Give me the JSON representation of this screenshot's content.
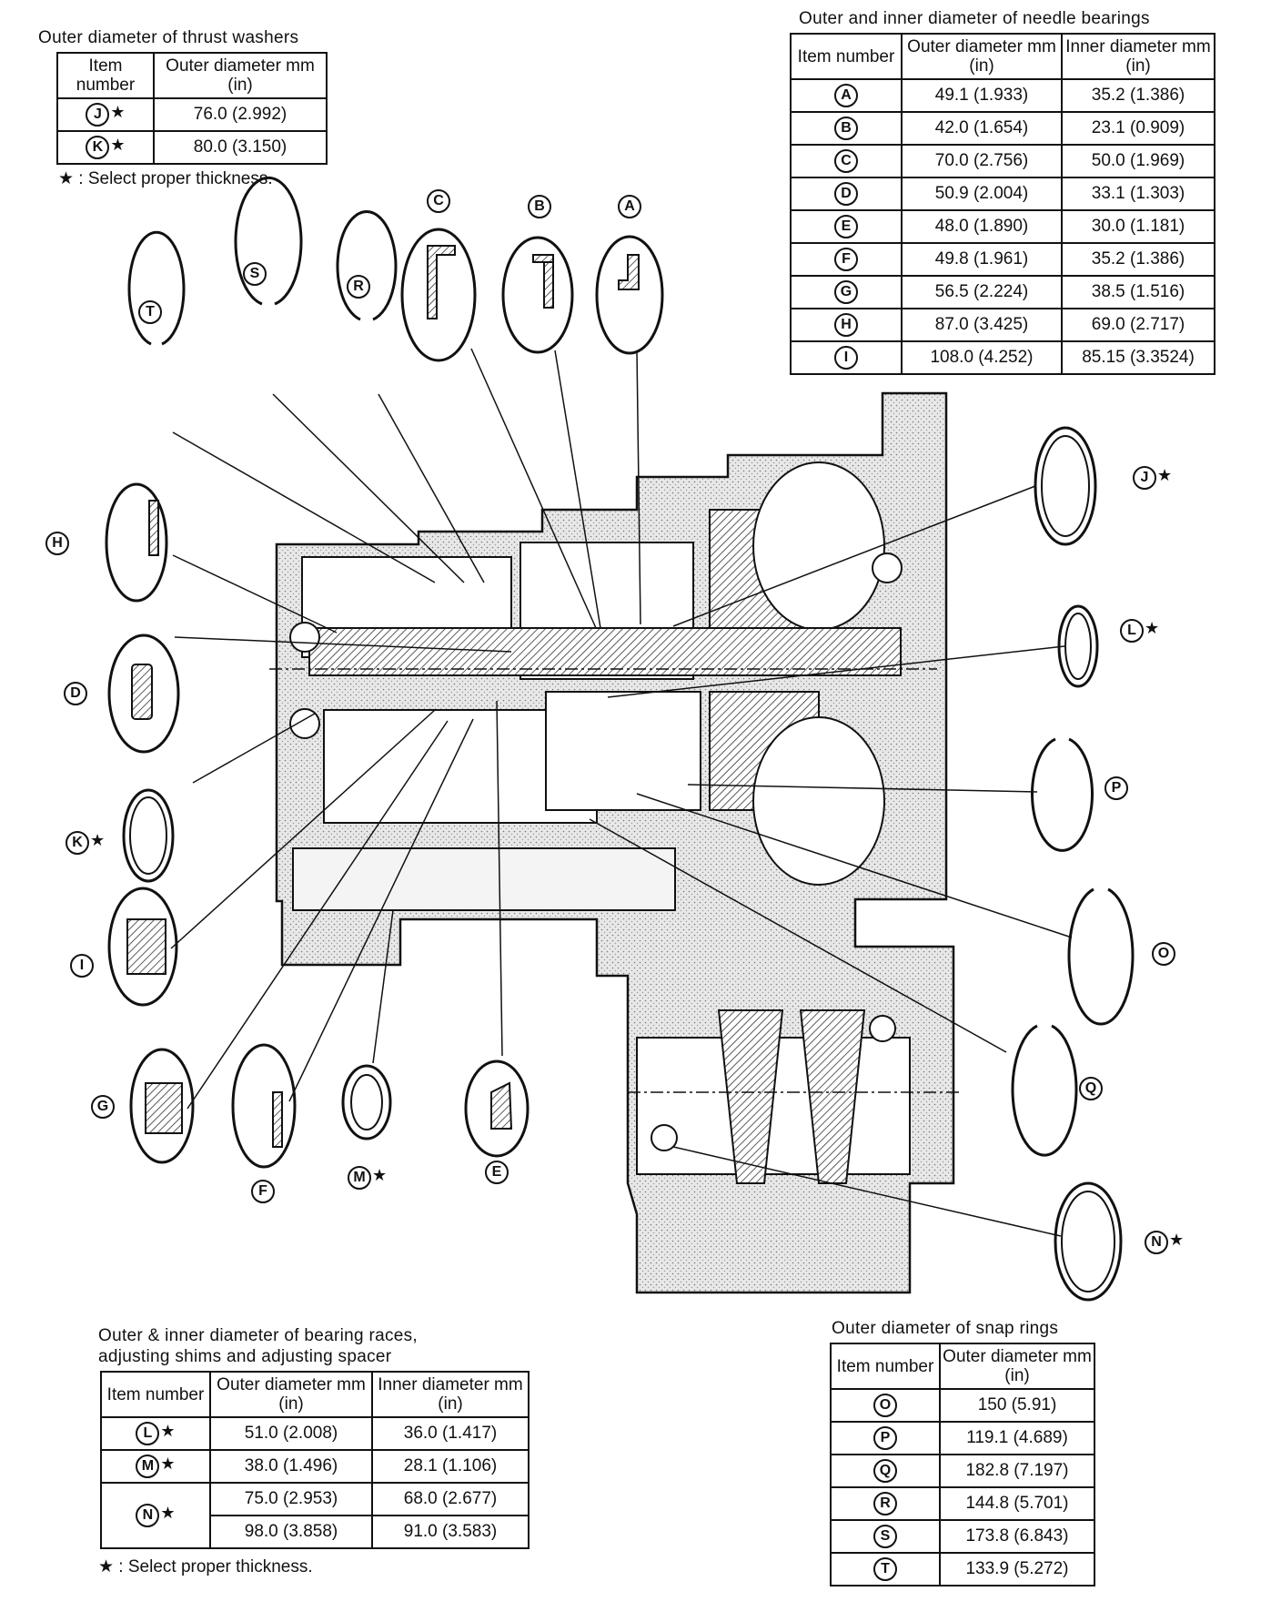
{
  "thrust_washers": {
    "caption": "Outer diameter of thrust washers",
    "headers": [
      "Item number",
      "Outer diameter mm (in)"
    ],
    "rows": [
      {
        "item": "J",
        "star": true,
        "outer": "76.0 (2.992)"
      },
      {
        "item": "K",
        "star": true,
        "outer": "80.0 (3.150)"
      }
    ],
    "note": "★ : Select proper thickness."
  },
  "needle_bearings": {
    "caption": "Outer and inner diameter of needle bearings",
    "headers": [
      "Item number",
      "Outer diameter mm (in)",
      "Inner diameter mm (in)"
    ],
    "rows": [
      {
        "item": "A",
        "outer": "49.1 (1.933)",
        "inner": "35.2 (1.386)"
      },
      {
        "item": "B",
        "outer": "42.0 (1.654)",
        "inner": "23.1 (0.909)"
      },
      {
        "item": "C",
        "outer": "70.0 (2.756)",
        "inner": "50.0 (1.969)"
      },
      {
        "item": "D",
        "outer": "50.9 (2.004)",
        "inner": "33.1 (1.303)"
      },
      {
        "item": "E",
        "outer": "48.0 (1.890)",
        "inner": "30.0 (1.181)"
      },
      {
        "item": "F",
        "outer": "49.8 (1.961)",
        "inner": "35.2 (1.386)"
      },
      {
        "item": "G",
        "outer": "56.5 (2.224)",
        "inner": "38.5 (1.516)"
      },
      {
        "item": "H",
        "outer": "87.0 (3.425)",
        "inner": "69.0 (2.717)"
      },
      {
        "item": "I",
        "outer": "108.0 (4.252)",
        "inner": "85.15 (3.3524)"
      }
    ]
  },
  "bearing_races": {
    "caption_line1": "Outer & inner diameter of bearing races,",
    "caption_line2": "adjusting shims and adjusting spacer",
    "headers": [
      "Item number",
      "Outer diameter mm (in)",
      "Inner diameter mm (in)"
    ],
    "rows": [
      {
        "item": "L",
        "star": true,
        "outer": "51.0 (2.008)",
        "inner": "36.0 (1.417)"
      },
      {
        "item": "M",
        "star": true,
        "outer": "38.0 (1.496)",
        "inner": "28.1 (1.106)"
      },
      {
        "item": "N",
        "star": true,
        "outer": "75.0 (2.953)",
        "inner": "68.0 (2.677)"
      },
      {
        "item": "",
        "star": false,
        "outer": "98.0 (3.858)",
        "inner": "91.0 (3.583)"
      }
    ],
    "note": "★ : Select proper thickness."
  },
  "snap_rings": {
    "caption": "Outer diameter of snap rings",
    "headers": [
      "Item number",
      "Outer diameter mm (in)"
    ],
    "rows": [
      {
        "item": "O",
        "outer": "150 (5.91)"
      },
      {
        "item": "P",
        "outer": "119.1 (4.689)"
      },
      {
        "item": "Q",
        "outer": "182.8 (7.197)"
      },
      {
        "item": "R",
        "outer": "144.8 (5.701)"
      },
      {
        "item": "S",
        "outer": "173.8 (6.843)"
      },
      {
        "item": "T",
        "outer": "133.9 (5.272)"
      }
    ]
  },
  "callouts": [
    {
      "id": "A",
      "star": false
    },
    {
      "id": "B",
      "star": false
    },
    {
      "id": "C",
      "star": false
    },
    {
      "id": "D",
      "star": false
    },
    {
      "id": "E",
      "star": false
    },
    {
      "id": "F",
      "star": false
    },
    {
      "id": "G",
      "star": false
    },
    {
      "id": "H",
      "star": false
    },
    {
      "id": "I",
      "star": false
    },
    {
      "id": "J",
      "star": true
    },
    {
      "id": "K",
      "star": true
    },
    {
      "id": "L",
      "star": true
    },
    {
      "id": "M",
      "star": true
    },
    {
      "id": "N",
      "star": true
    },
    {
      "id": "O",
      "star": false
    },
    {
      "id": "P",
      "star": false
    },
    {
      "id": "Q",
      "star": false
    },
    {
      "id": "R",
      "star": false
    },
    {
      "id": "S",
      "star": false
    },
    {
      "id": "T",
      "star": false
    }
  ]
}
